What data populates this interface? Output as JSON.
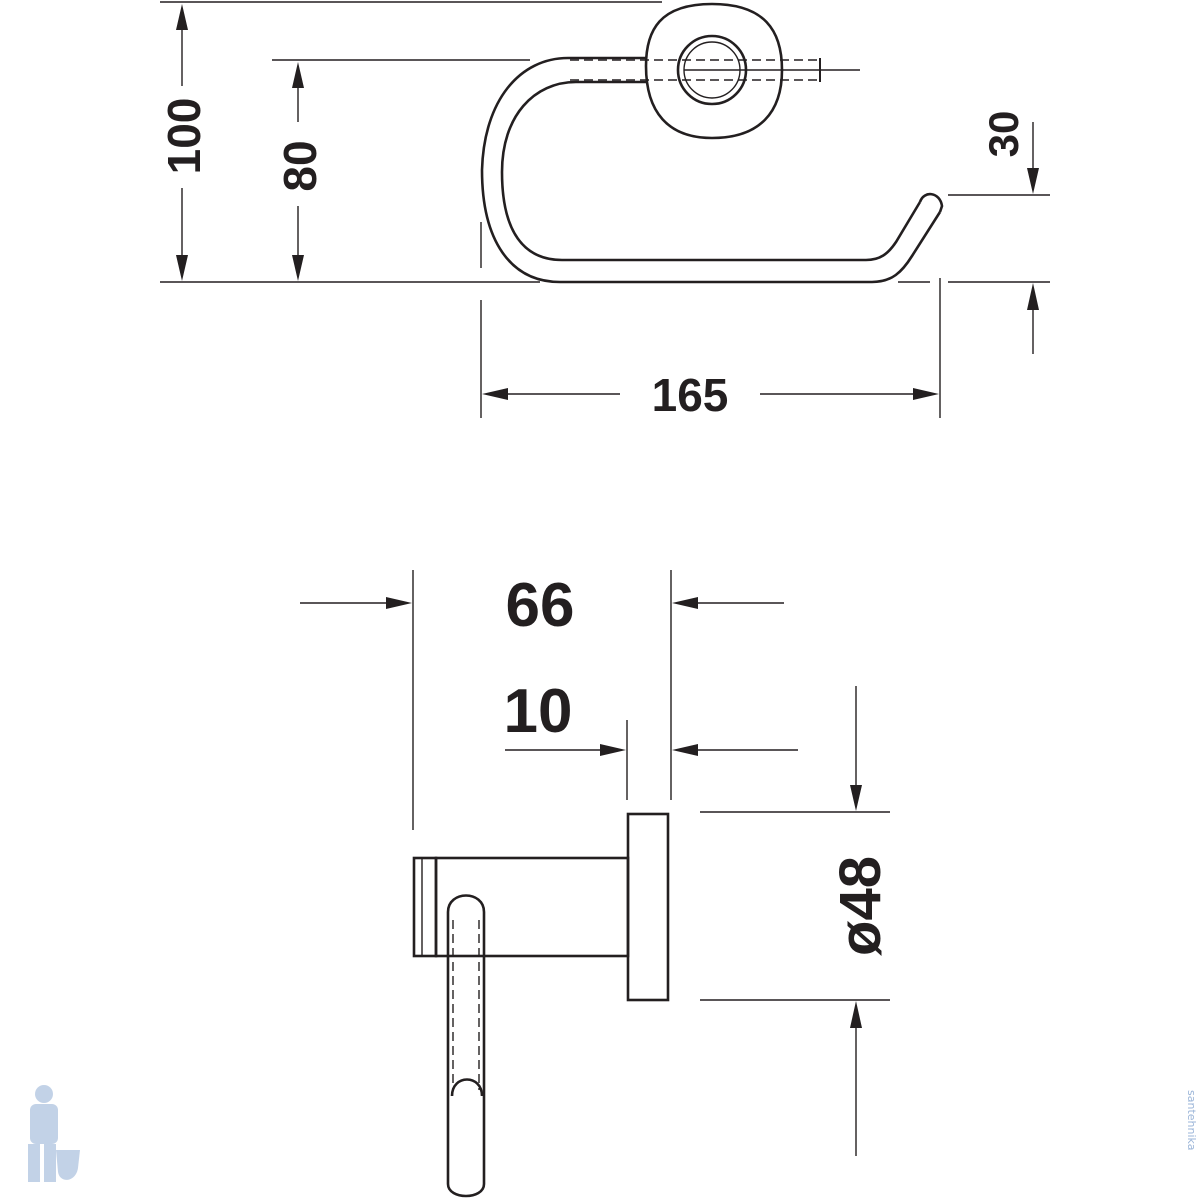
{
  "front_view": {
    "dim_height_total": "100",
    "dim_height_ring": "80",
    "dim_drop": "30",
    "dim_width": "165"
  },
  "side_view": {
    "dim_depth": "66",
    "dim_plate": "10",
    "dim_diameter": "ø48"
  },
  "watermark": {
    "text": "santehnika"
  },
  "colors": {
    "line": "#231f20",
    "watermark": "#9bb5d8"
  }
}
